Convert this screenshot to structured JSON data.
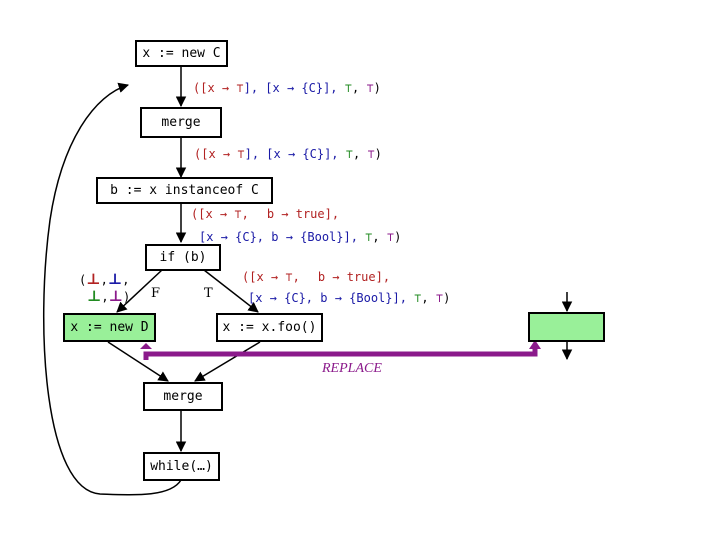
{
  "nodes": {
    "new_c": "x := new C",
    "merge1": "merge",
    "instanceof": "b := x instanceof C",
    "if_b": "if (b)",
    "new_d": "x := new D",
    "foo": "x := x.foo()",
    "merge2": "merge",
    "while": "while(…)"
  },
  "annotations": {
    "a1": {
      "open": "([x → ",
      "top": "⊤",
      "mid": "], [x → {C}], ",
      "t1": "⊤",
      "sep": ", ",
      "t2": "⊤",
      "close": ")"
    },
    "a2": {
      "open": "([x → ",
      "top": "⊤",
      "mid": "], [x → {C}], ",
      "t1": "⊤",
      "sep": ", ",
      "t2": "⊤",
      "close": ")"
    },
    "a3": {
      "line1_open": "([x → ",
      "line1_top": "⊤",
      "line1_mid": ",",
      "line1_rest": "b → true],",
      "line2_main": "[x → {C}, b → {Bool}], ",
      "line2_t1": "⊤",
      "line2_sep": ", ",
      "line2_t2": "⊤",
      "line2_close": ")"
    },
    "a4": {
      "line1_open": "([x → ",
      "line1_top": "⊤",
      "line1_mid": ",",
      "line1_rest": "b → true],",
      "line2_main": "[x → {C}, b → {Bool}], ",
      "line2_t1": "⊤",
      "line2_sep": ", ",
      "line2_t2": "⊤",
      "line2_close": ")"
    },
    "bottom": {
      "open": "(",
      "b1": "⊥",
      "c1": ",",
      "b2": "⊥",
      "c2": ",",
      "b3": "⊥",
      "c3": ",",
      "b4": "⊥",
      "close": ")"
    }
  },
  "branch_labels": {
    "false": "F",
    "true": "T"
  },
  "replace_label": "REPLACE",
  "colors": {
    "red": "#b22222",
    "blue": "#1a1aa6",
    "green": "#228b22",
    "purple": "#8b1a8b",
    "node_fill_green": "#99f099"
  }
}
